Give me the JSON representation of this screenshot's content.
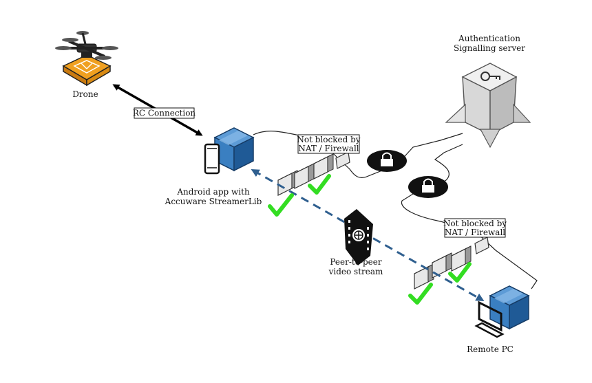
{
  "labels": {
    "drone": "Drone",
    "rc_connection": "RC Connection",
    "android_line1": "Android app with",
    "android_line2": "Accuware StreamerLib",
    "auth_line1": "Authentication",
    "auth_line2": "Signalling server",
    "nat_top_line1": "Not blocked by",
    "nat_top_line2": "NAT / Firewall",
    "nat_bottom_line1": "Not blocked by",
    "nat_bottom_line2": "NAT / Firewall",
    "p2p_line1": "Peer-to-peer",
    "p2p_line2": "video stream",
    "remote_pc": "Remote PC"
  },
  "colors": {
    "cube_blue": "#3a7fc1",
    "cube_blue_dark": "#1f5a96",
    "stream_dash": "#2f5f8f",
    "check_green": "#33dd22",
    "drone_orange": "#f0a020",
    "server_grey": "#d8d8d8"
  },
  "icons": [
    "drone-icon",
    "smartphone-icon",
    "server-icon",
    "lock-icon",
    "film-strip-icon",
    "computer-icon",
    "firewall-block-icon",
    "checkmark-icon"
  ]
}
